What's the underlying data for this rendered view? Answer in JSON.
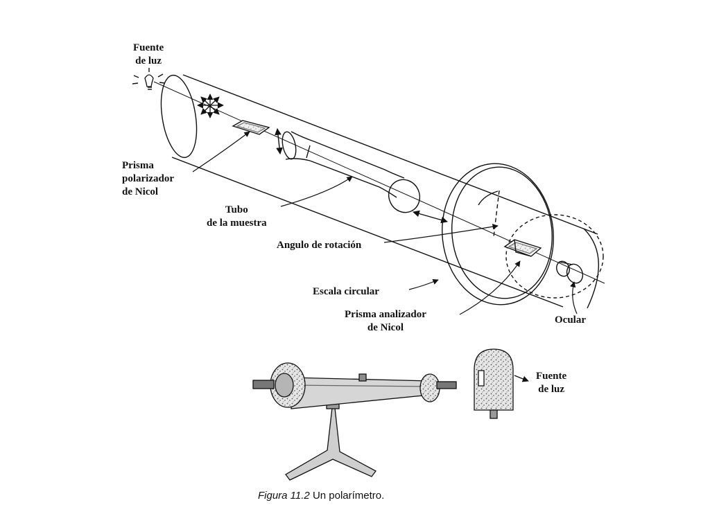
{
  "labels": {
    "light_source_top": [
      "Fuente",
      "de luz"
    ],
    "polarizer_prism": [
      "Prisma",
      "polarizador",
      "de Nicol"
    ],
    "sample_tube": [
      "Tubo",
      "de la muestra"
    ],
    "rotation_angle": "Angulo de rotación",
    "circular_scale": "Escala circular",
    "analyzer_prism": [
      "Prisma analizador",
      "de Nicol"
    ],
    "eyepiece": "Ocular",
    "light_source_bottom": [
      "Fuente",
      "de luz"
    ]
  },
  "caption": {
    "figure": "Figura 11.2",
    "text": "Un polarímetro."
  },
  "colors": {
    "ink": "#111111",
    "background": "#ffffff",
    "speckle": "#555555"
  }
}
